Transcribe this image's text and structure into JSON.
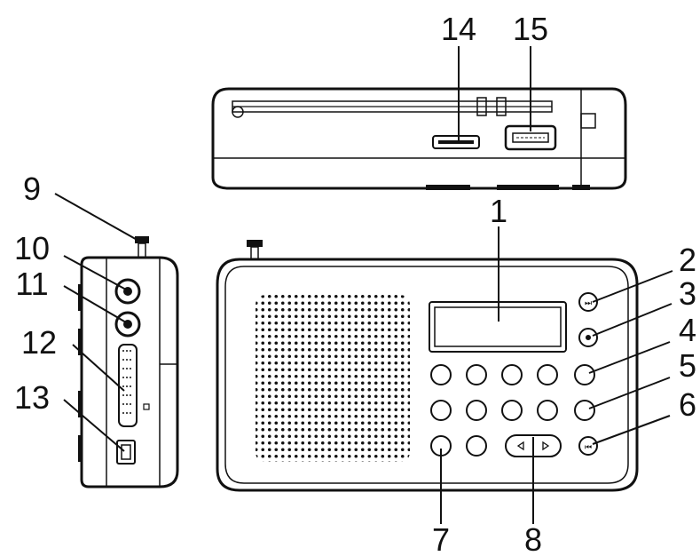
{
  "diagram": {
    "callouts": [
      {
        "id": "1",
        "text": "1"
      },
      {
        "id": "2",
        "text": "2"
      },
      {
        "id": "3",
        "text": "3"
      },
      {
        "id": "4",
        "text": "4"
      },
      {
        "id": "5",
        "text": "5"
      },
      {
        "id": "6",
        "text": "6"
      },
      {
        "id": "7",
        "text": "7"
      },
      {
        "id": "8",
        "text": "8"
      },
      {
        "id": "9",
        "text": "9"
      },
      {
        "id": "10",
        "text": "10"
      },
      {
        "id": "11",
        "text": "11"
      },
      {
        "id": "12",
        "text": "12"
      },
      {
        "id": "13",
        "text": "13"
      },
      {
        "id": "14",
        "text": "14"
      },
      {
        "id": "15",
        "text": "15"
      }
    ],
    "views": [
      "top-view",
      "side-view",
      "front-view"
    ],
    "keypad": {
      "rows": 2,
      "cols": 5,
      "bottom_row_buttons": 2
    },
    "line_color": "#111111"
  }
}
